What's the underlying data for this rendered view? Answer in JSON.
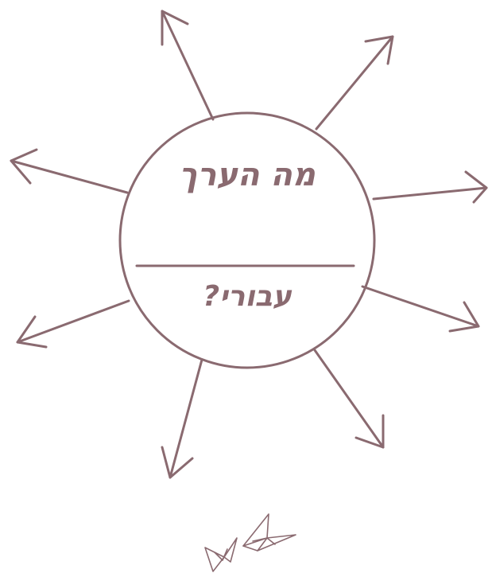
{
  "diagram": {
    "center": {
      "title": "מה הערך",
      "subtitle": "עבורי?",
      "answer": ""
    },
    "arrow_count": 8
  },
  "colors": {
    "ink": "#8a6a70",
    "background": "#ffffff"
  },
  "decoration": {
    "icon": "origami-butterflies-icon"
  }
}
